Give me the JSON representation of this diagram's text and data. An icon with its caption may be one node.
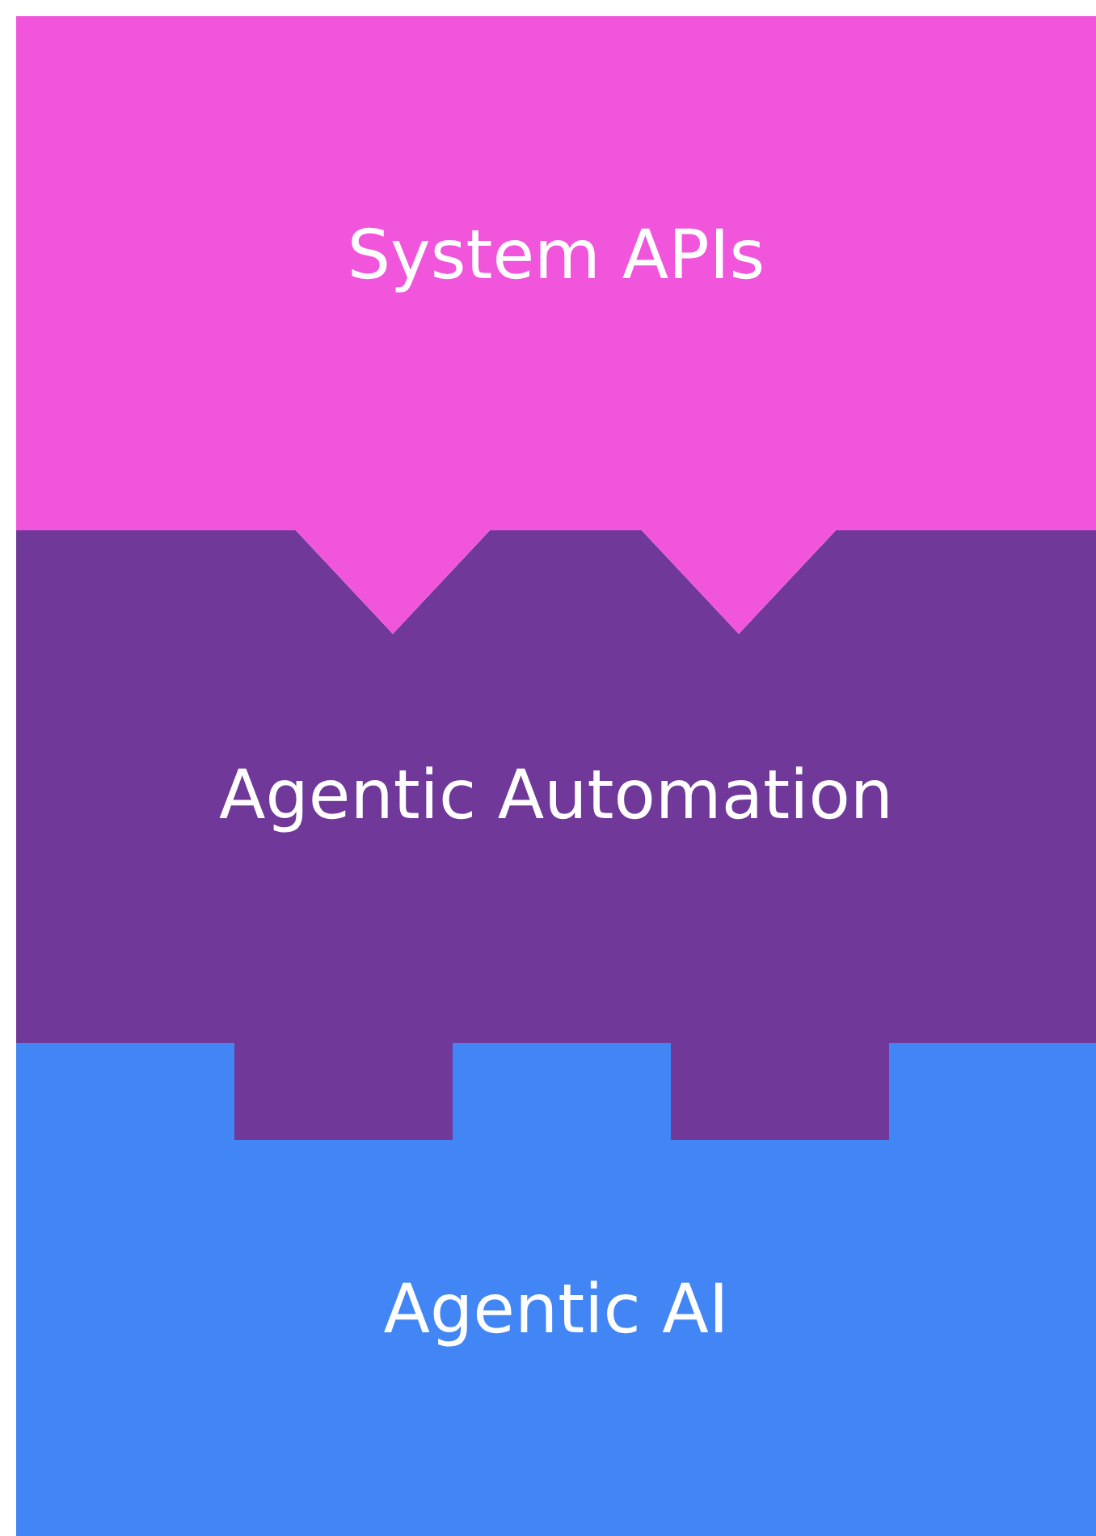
{
  "diagram": {
    "nodes": [
      {
        "text": [
          "System APIs"
        ]
      },
      {
        "text": [
          "Agentic Automation"
        ]
      },
      {
        "text": [
          "Agentic AI"
        ]
      }
    ]
  }
}
